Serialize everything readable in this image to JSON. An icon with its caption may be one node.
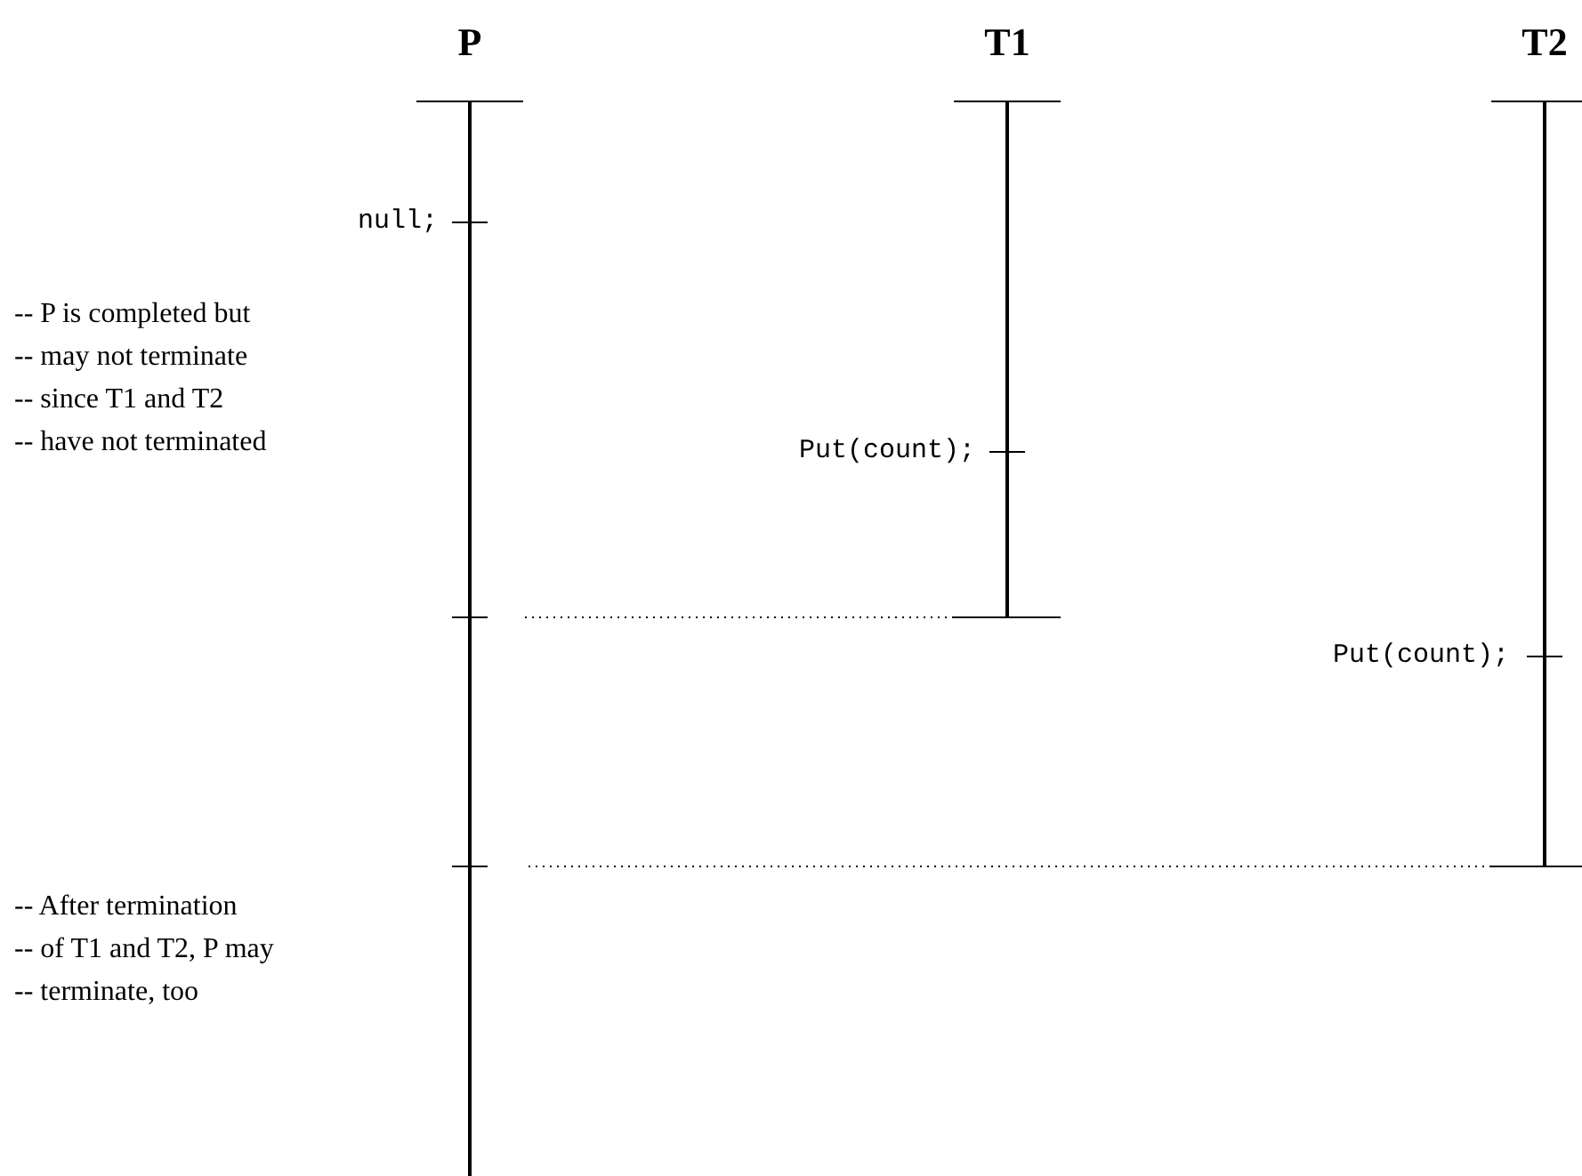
{
  "diagram": {
    "nodes": [
      {
        "text": [
          "P"
        ]
      },
      {
        "text": [
          "T1"
        ]
      },
      {
        "text": [
          "T2"
        ]
      }
    ],
    "edges": [
      {
        "from": 1,
        "to": 0,
        "arrow": "none",
        "style": "dashed"
      },
      {
        "from": 2,
        "to": 0,
        "arrow": "none",
        "style": "dashed"
      }
    ],
    "labels": [
      "null;",
      "-- P is completed but",
      "-- may not terminate",
      "-- since T1 and T2",
      "-- have not terminated",
      "Put(count);",
      "Put(count);",
      "-- After termination",
      "-- of T1 and T2, P may",
      "-- terminate, too"
    ]
  }
}
